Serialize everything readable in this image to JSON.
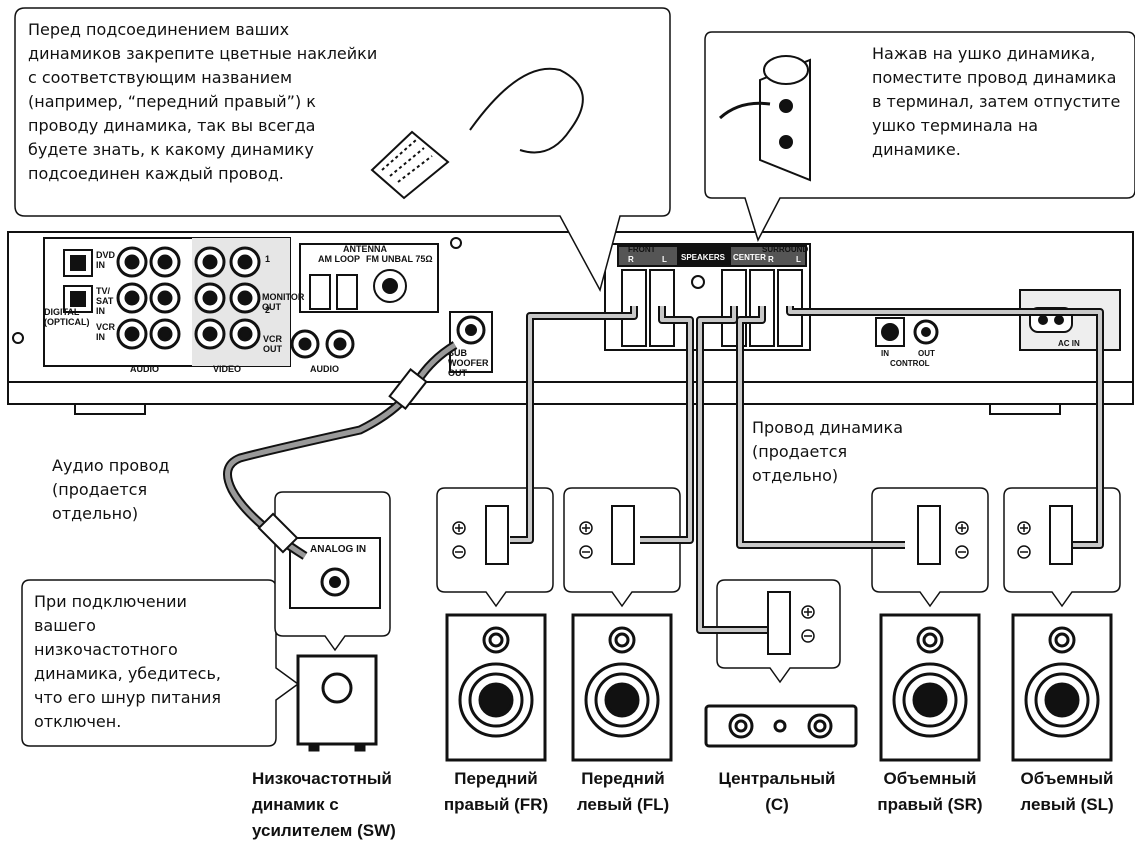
{
  "callouts": {
    "labels_tip": "Перед подсоединением ваших\nдинамиков закрепите цветные наклейки\nс соответствующим названием\n(например, “передний правый”) к\nпроводу динамика, так вы всегда\nбудете знать, к какому динамику\nподсоединен каждый провод.",
    "terminal_tip": "Нажав на ушко динамика,\nпоместите провод динамика\nв терминал, затем отпустите\nушко терминала на\nдинамике.",
    "subwoofer_tip": "При подключении\nвашего\nнизкочастотного\nдинамика, убедитесь,\nчто его шнур питания\nотключен."
  },
  "cable_labels": {
    "audio_cable": "Аудио провод\n(продается\nотдельно)",
    "speaker_cable": "Провод динамика\n(продается\nотдельно)"
  },
  "receiver_panel": {
    "dvd_in": "DVD\nIN",
    "tv_sat_in": "TV/\nSAT\nIN",
    "vcr_in": "VCR\nIN",
    "digital_optical": "DIGITAL\n(OPTICAL)",
    "audio": "AUDIO",
    "video": "VIDEO",
    "monitor_out": "MONITOR\nOUT",
    "vcr_out": "VCR\nOUT",
    "antenna": "ANTENNA",
    "am_loop": "AM LOOP",
    "fm_unbal": "FM UNBAL 75Ω",
    "sub_woofer_out": "SUB\nWOOFER\nOUT",
    "front": "FRONT",
    "speakers": "SPEAKERS",
    "center": "CENTER",
    "surround": "SURROUND",
    "r": "R",
    "l": "L",
    "one": "1",
    "two": "2",
    "control": "CONTROL",
    "in": "IN",
    "out": "OUT",
    "ac_in": "AC IN"
  },
  "subwoofer_panel": {
    "analog_in": "ANALOG IN"
  },
  "speakers": [
    {
      "label": "Низкочастотный\nдинамик с\nусилителем (SW)"
    },
    {
      "label": "Передний\nправый (FR)"
    },
    {
      "label": "Передний\nлевый (FL)"
    },
    {
      "label": "Центральный\n(C)"
    },
    {
      "label": "Объемный\nправый (SR)"
    },
    {
      "label": "Объемный\nлевый (SL)"
    }
  ]
}
